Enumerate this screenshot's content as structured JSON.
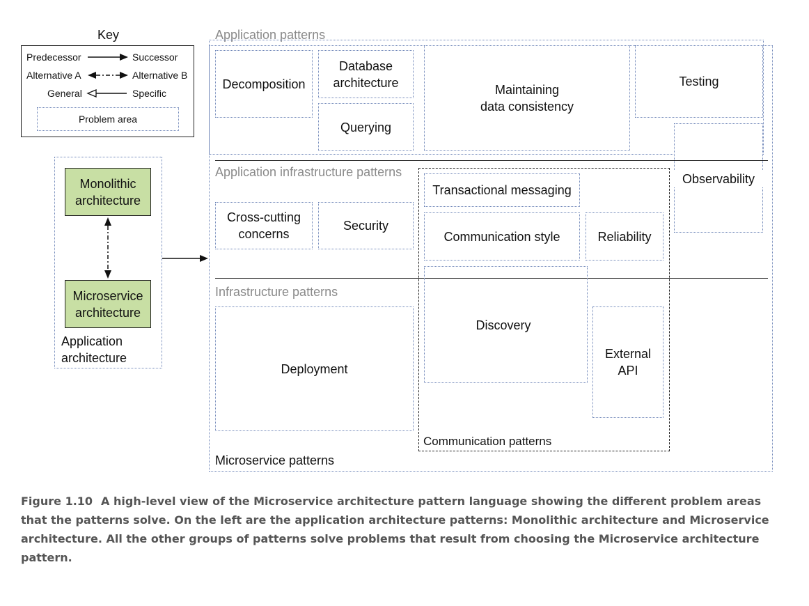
{
  "key": {
    "title": "Key",
    "predecessor": "Predecessor",
    "successor": "Successor",
    "alternative_a": "Alternative A",
    "alternative_b": "Alternative B",
    "general": "General",
    "specific": "Specific",
    "problem_area": "Problem area"
  },
  "app_architecture": {
    "monolithic": "Monolithic\narchitecture",
    "microservice": "Microservice\narchitecture",
    "label": "Application\narchitecture"
  },
  "sections": {
    "application_patterns": "Application patterns",
    "application_infrastructure_patterns": "Application infrastructure patterns",
    "infrastructure_patterns": "Infrastructure patterns",
    "communication_patterns": "Communication patterns",
    "microservice_patterns": "Microservice patterns"
  },
  "problem_areas": {
    "decomposition": "Decomposition",
    "database_architecture": "Database\narchitecture",
    "querying": "Querying",
    "maintaining_data_consistency": "Maintaining\ndata consistency",
    "testing": "Testing",
    "observability": "Observability",
    "cross_cutting_concerns": "Cross-cutting\nconcerns",
    "security": "Security",
    "transactional_messaging": "Transactional messaging",
    "communication_style": "Communication style",
    "reliability": "Reliability",
    "discovery": "Discovery",
    "external_api": "External\nAPI",
    "deployment": "Deployment"
  },
  "caption": {
    "label": "Figure 1.10",
    "text": "A high-level view of the Microservice architecture pattern language showing the different problem areas that the patterns solve. On the left are the application architecture patterns: Monolithic architecture and Microservice architecture. All the other groups of patterns solve problems that result from choosing the Microservice architecture pattern."
  },
  "colors": {
    "problem_area_border": "#6f86b8",
    "architecture_fill": "#c8dfa4",
    "section_label": "#8a8a8a",
    "caption_text": "#555555"
  }
}
